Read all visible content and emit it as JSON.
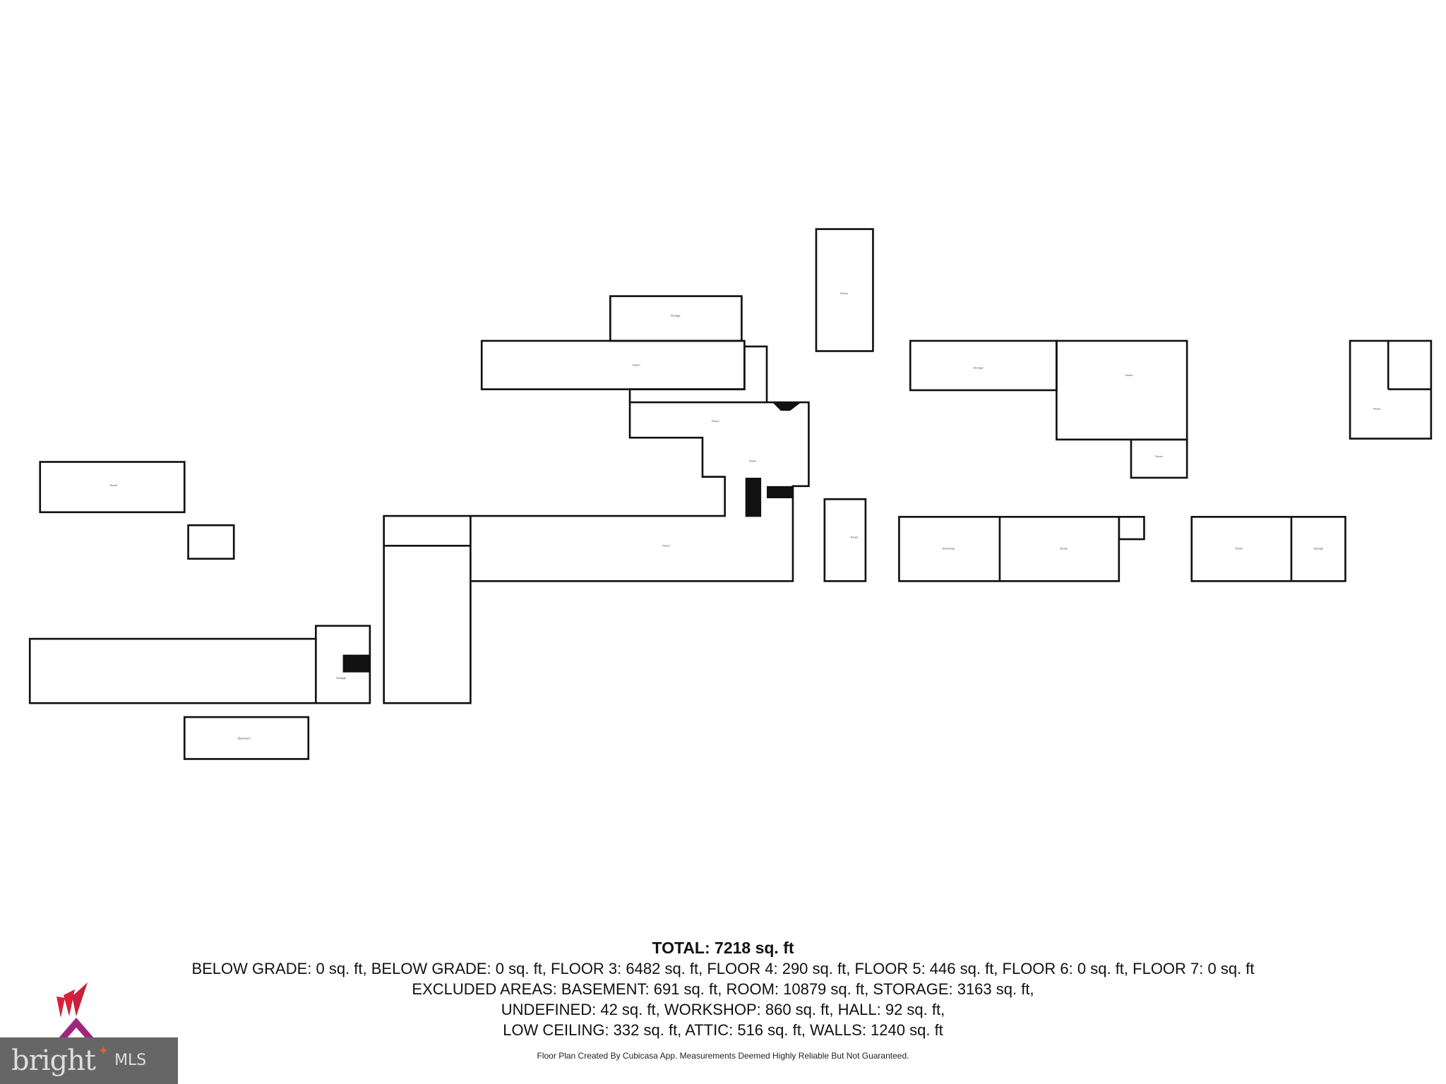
{
  "floor_plan": {
    "room_labels": [
      "Storage",
      "Room",
      "Room",
      "Room",
      "Room",
      "Storage",
      "Room",
      "Room",
      "Room",
      "Room",
      "Workshop",
      "Room",
      "Room",
      "Storage",
      "Room",
      "Room",
      "Storage",
      "Basement"
    ]
  },
  "summary": {
    "total": "TOTAL: 7218 sq. ft",
    "lines": [
      "BELOW GRADE: 0 sq. ft, BELOW GRADE: 0 sq. ft, FLOOR 3: 6482 sq. ft, FLOOR 4: 290 sq. ft, FLOOR 5: 446 sq. ft, FLOOR 6: 0 sq. ft, FLOOR 7: 0 sq. ft",
      "EXCLUDED AREAS: BASEMENT: 691 sq. ft, ROOM: 10879 sq. ft, STORAGE: 3163 sq. ft,",
      "UNDEFINED: 42 sq. ft, WORKSHOP: 860 sq. ft, HALL: 92 sq. ft,",
      "LOW CEILING: 332 sq. ft, ATTIC: 516 sq. ft, WALLS: 1240 sq. ft"
    ],
    "disclaimer": "Floor Plan Created By Cubicasa App. Measurements Deemed Highly Reliable But Not Guaranteed."
  },
  "branding": {
    "logo_text": "bright MLS",
    "brand_gray": "#666666",
    "star_color": "#e0622a",
    "k_logo_colors": [
      "#d8213a",
      "#a0287c"
    ]
  }
}
